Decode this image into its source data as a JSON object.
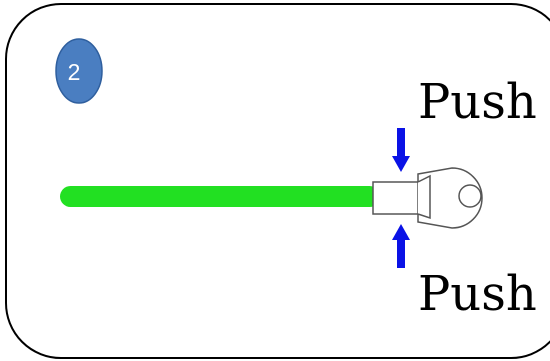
{
  "step": {
    "number": "2"
  },
  "labels": {
    "push_top": "Push",
    "push_bottom": "Push"
  },
  "colors": {
    "panel_border": "#000000",
    "panel_fill": "#ffffff",
    "badge_fill": "#4a7ec1",
    "badge_stroke": "#2f5f9e",
    "wire": "#22e022",
    "arrow": "#0a12e6",
    "terminal_stroke": "#555555",
    "terminal_fill": "#ffffff"
  },
  "icons": {
    "top_arrow": "arrow-down-icon",
    "bottom_arrow": "arrow-up-icon"
  }
}
